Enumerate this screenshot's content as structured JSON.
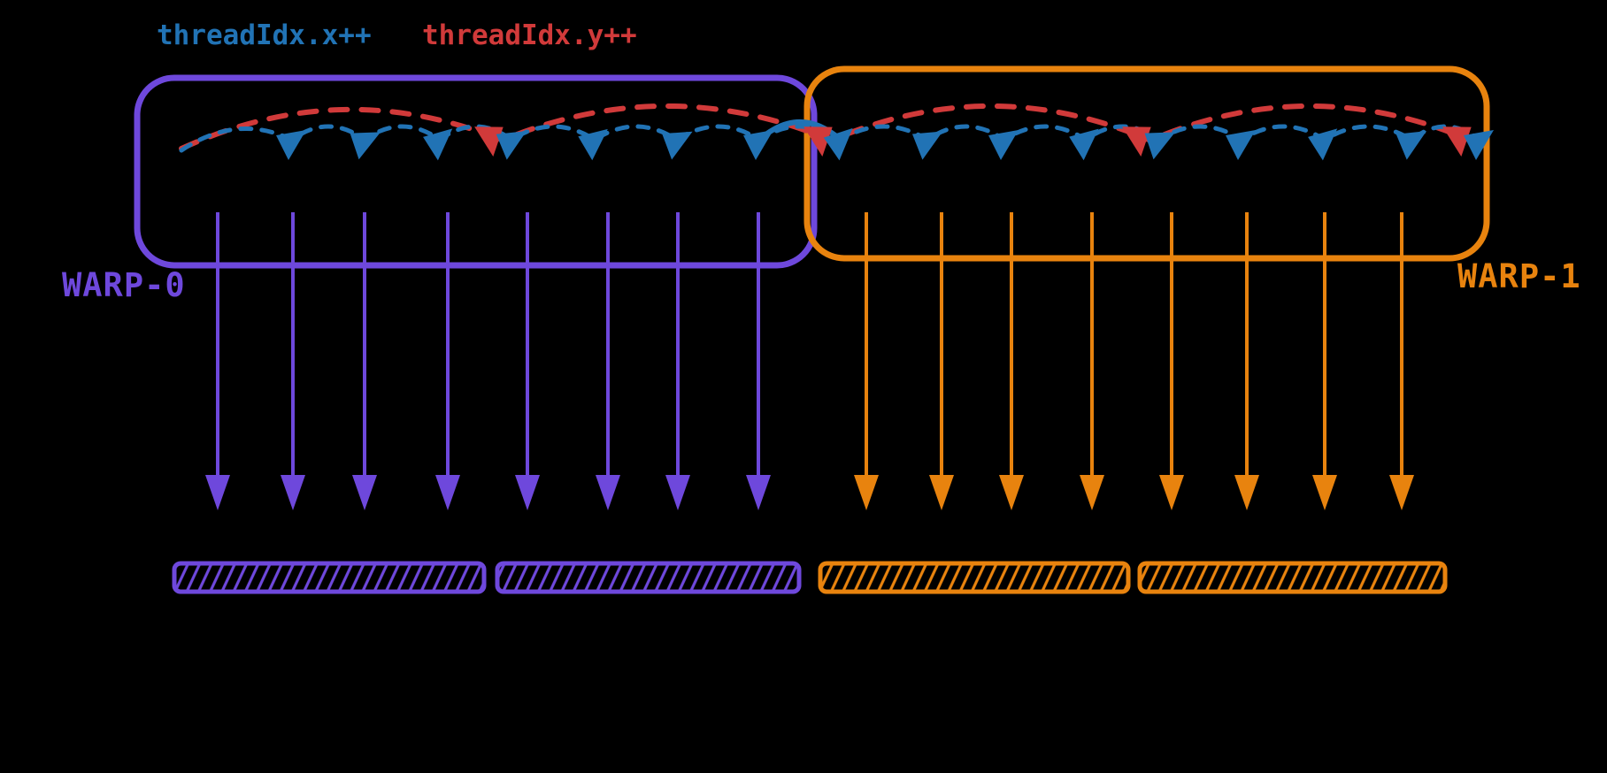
{
  "labels": {
    "threadidx_x": "threadIdx.x++",
    "threadidx_y": "threadIdx.y++"
  },
  "warps": [
    {
      "name": "WARP-0",
      "color": "#6E48DC",
      "threads": 8
    },
    {
      "name": "WARP-1",
      "color": "#E8830E",
      "threads": 8
    }
  ],
  "arcs": {
    "blue_arc_label": "threadIdx.x++",
    "blue_arc_color": "#2173B5",
    "red_arc_label": "threadIdx.y++",
    "red_arc_color": "#D13A3A",
    "threads_per_red_arc_span": 4
  },
  "memory_segments": [
    {
      "warp": "WARP-0",
      "color": "#6E48DC"
    },
    {
      "warp": "WARP-0",
      "color": "#6E48DC"
    },
    {
      "warp": "WARP-1",
      "color": "#E8830E"
    },
    {
      "warp": "WARP-1",
      "color": "#E8830E"
    }
  ],
  "colors": {
    "background": "#000000",
    "blue": "#2173B5",
    "red": "#D13A3A",
    "purple": "#6E48DC",
    "orange": "#E8830E"
  }
}
